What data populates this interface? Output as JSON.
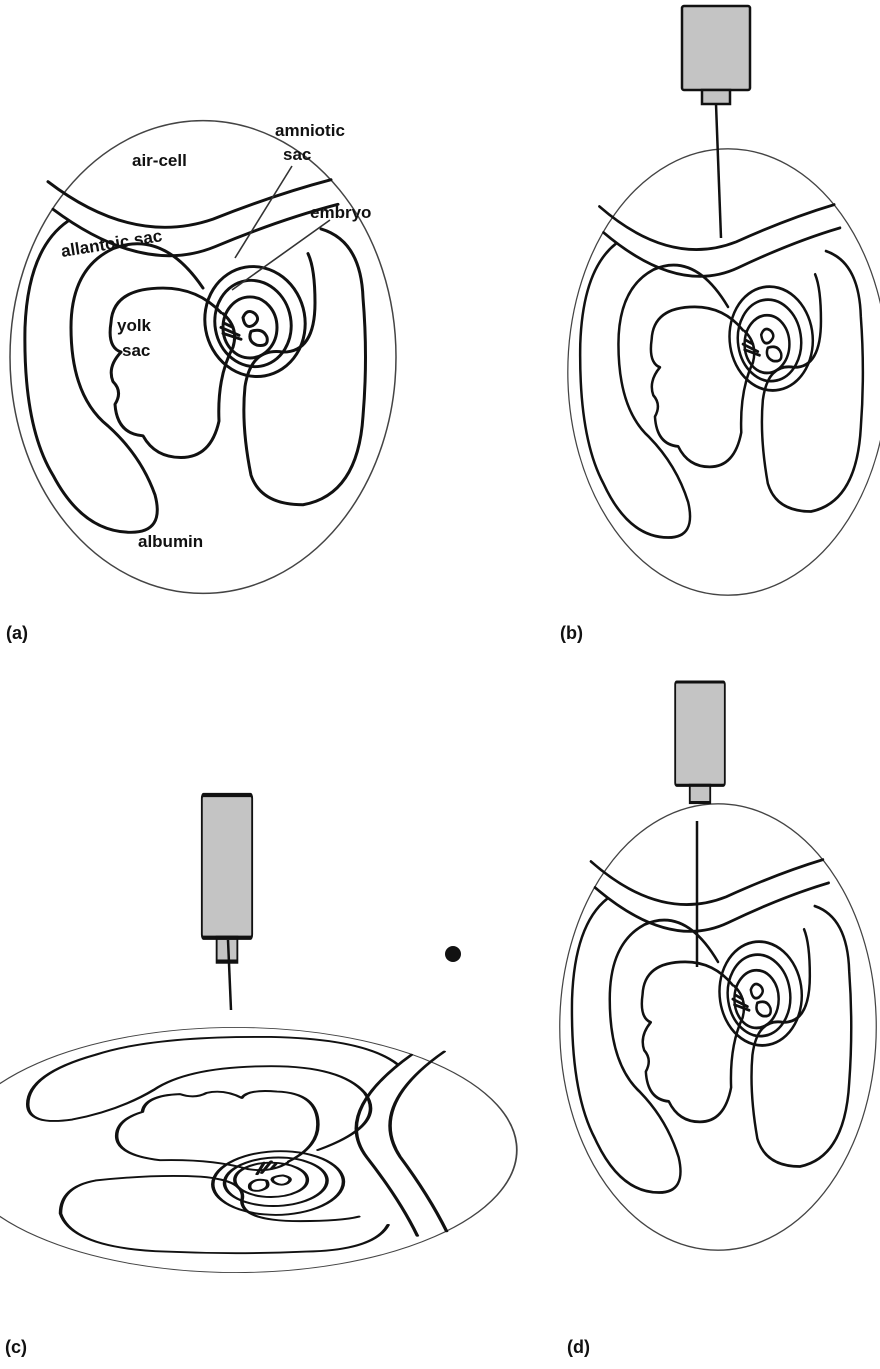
{
  "labels": {
    "air_cell": "air-cell",
    "amniotic_sac_line1": "amniotic",
    "amniotic_sac_line2": "sac",
    "embryo": "embryo",
    "allantoic_sac": "allantoic sac",
    "yolk_sac_line1": "yolk",
    "yolk_sac_line2": "sac",
    "albumin": "albumin"
  },
  "panels": {
    "a": "(a)",
    "b": "(b)",
    "c": "(c)",
    "d": "(d)"
  }
}
